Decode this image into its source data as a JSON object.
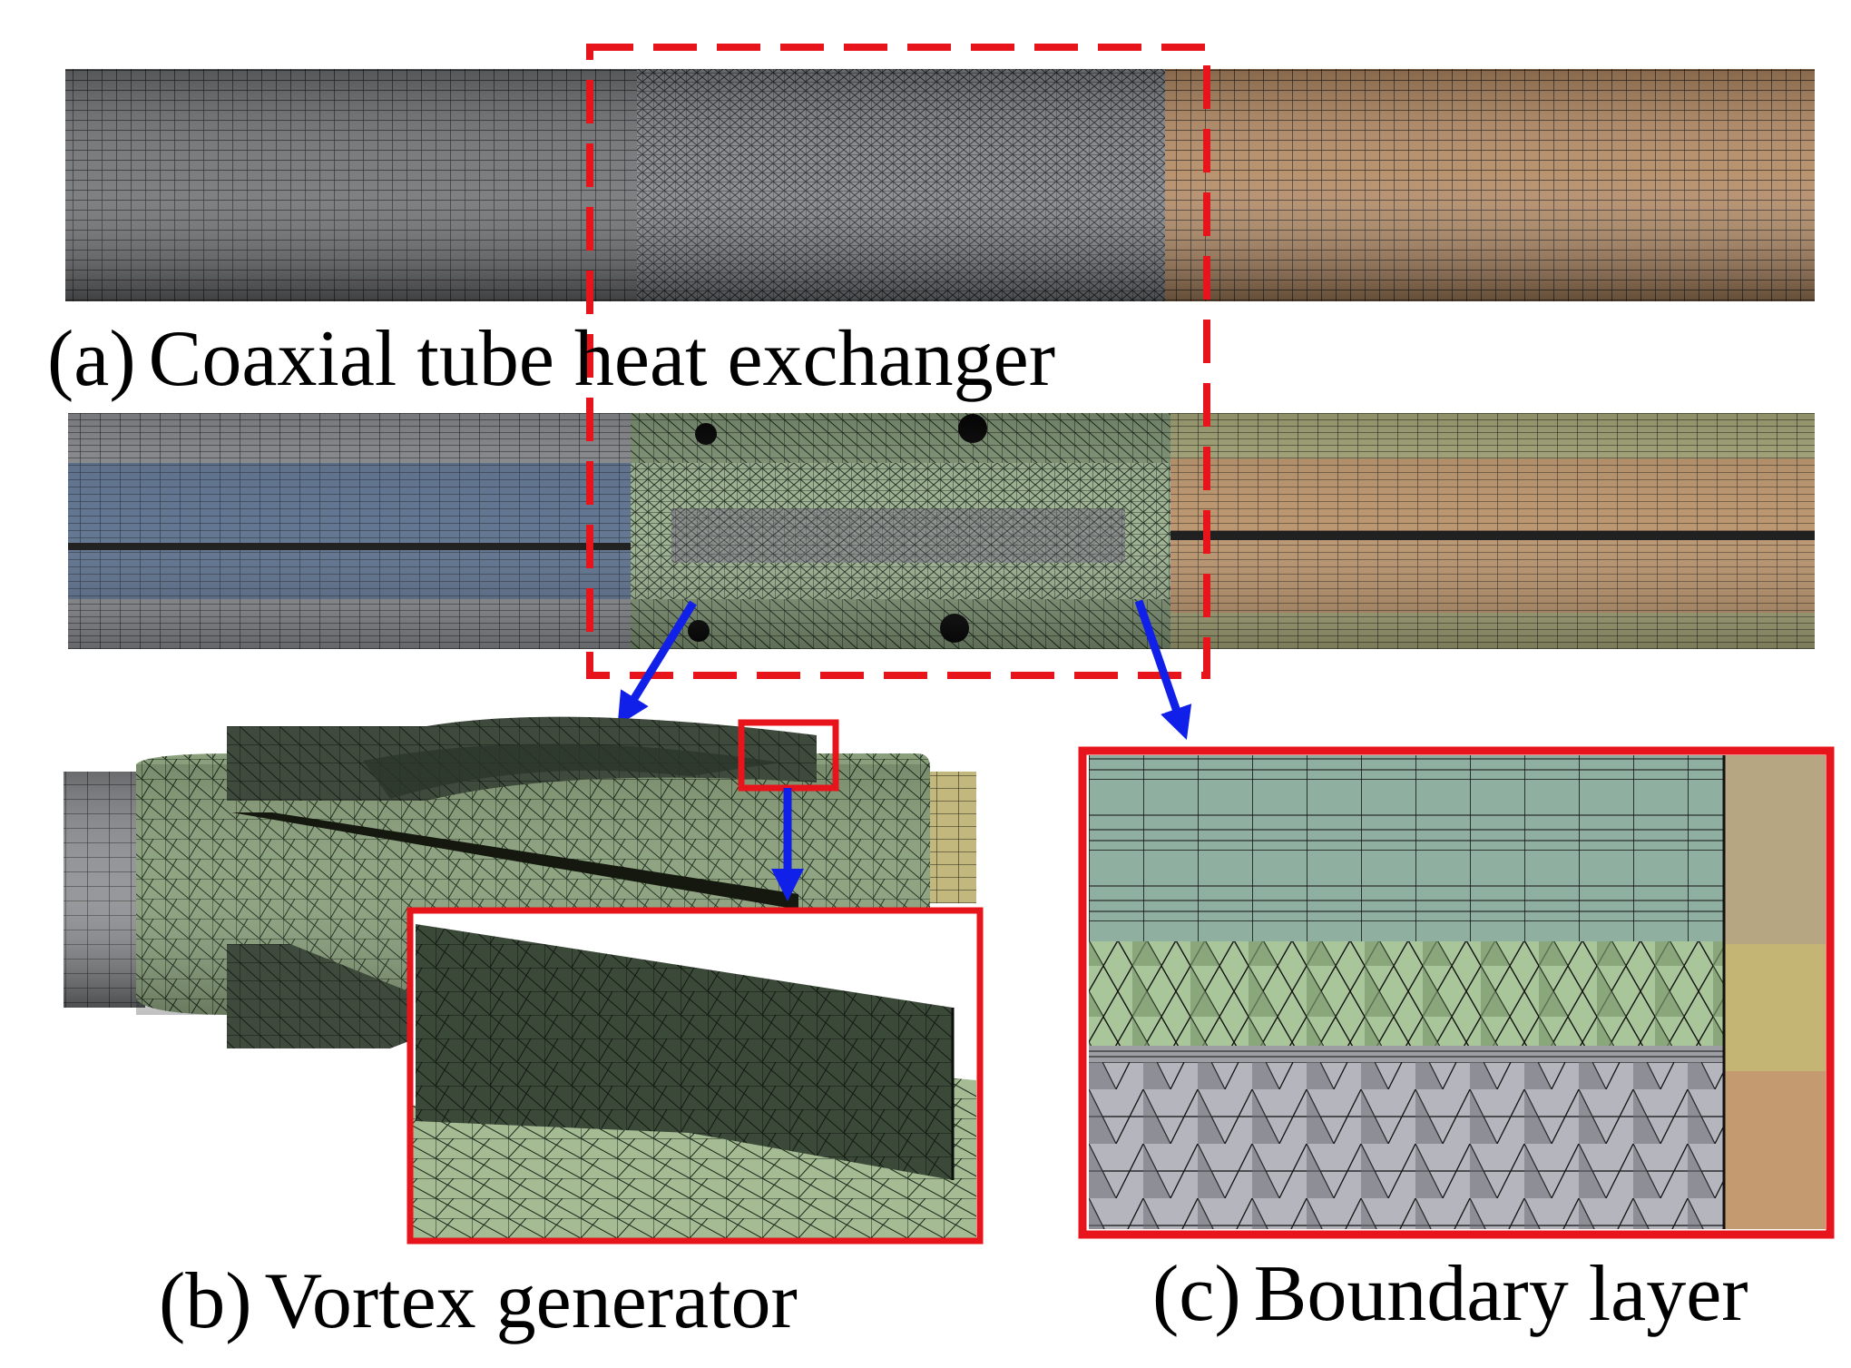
{
  "captions": {
    "a": {
      "tag": "(a)",
      "text": "Coaxial tube heat exchanger"
    },
    "b": {
      "tag": "(b)",
      "text": "Vortex generator"
    },
    "c": {
      "tag": "(c)",
      "text": "Boundary layer"
    }
  },
  "colors": {
    "highlight": "#e8141c",
    "arrow": "#1020e8",
    "mesh_gray": "#6f7072",
    "mesh_tan": "#b48a63",
    "mesh_green": "#a9c29a",
    "mesh_blue": "#5d7290",
    "mesh_dark": "#3a3f3a",
    "mesh_khaki": "#b8b07a"
  }
}
